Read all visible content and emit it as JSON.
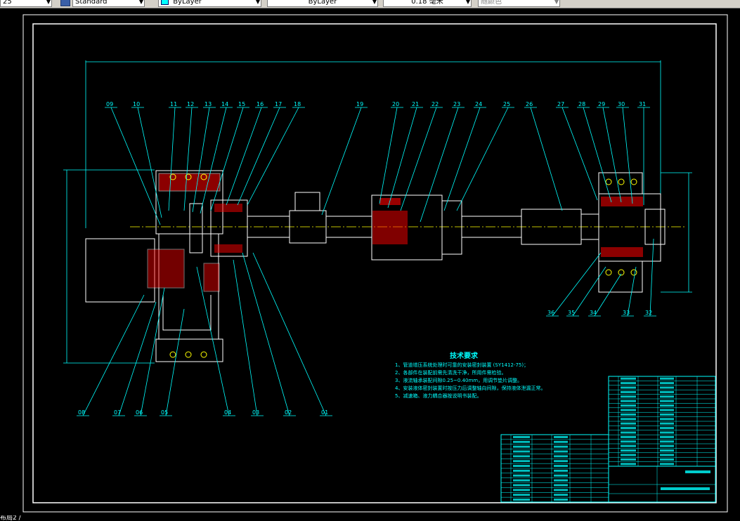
{
  "toolbar": {
    "layer_prefix": "25",
    "text_style": "Standard",
    "color_control": "ByLayer",
    "linetype_control": "ByLayer",
    "lineweight_control": "0.18 毫米",
    "plot_style": "随颜色"
  },
  "drawing": {
    "colors": {
      "background": "#000000",
      "frame": "#ffffff",
      "geometry": "#ffffff",
      "dimension": "#00ffff",
      "leader": "#00ffff",
      "center": "#ffff00",
      "section": "#ff0000",
      "title_block": "#00ffff"
    },
    "top_labels": [
      "09",
      "10",
      "11",
      "12",
      "13",
      "14",
      "15",
      "16",
      "17",
      "18",
      "19",
      "20",
      "21",
      "22",
      "23",
      "24",
      "25",
      "26",
      "27",
      "28",
      "29",
      "30",
      "31"
    ],
    "bottom_labels": [
      "08",
      "07",
      "06",
      "05",
      "04",
      "03",
      "02",
      "01"
    ],
    "right_bottom_labels": [
      "36",
      "35",
      "34",
      "33",
      "32"
    ],
    "tech_requirements": {
      "title": "技术要求",
      "items": [
        "1、管道增压系统处理时可靠的安装密封装置 (SY1412-75)；",
        "2、各部件在装配前需先清洗干净，所用件需检验。",
        "3、液流轴承装配间隙0.25~0.40mm，用调节垫片调整。",
        "4、安装液体密封装置时按压力后调整轴向间隙，保持液体泄漏正常。",
        "5、减速箱、液力耦合器按说明书装配。"
      ]
    }
  },
  "status": {
    "layout_tab": "布局2 /"
  }
}
